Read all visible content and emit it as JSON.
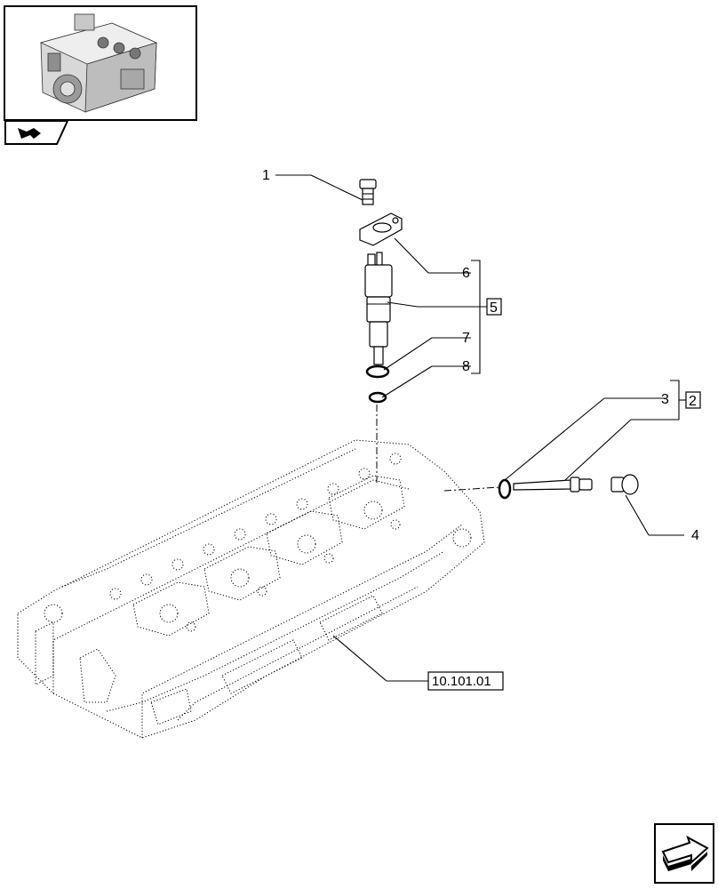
{
  "callouts": {
    "c1": "1",
    "c2": "2",
    "c3": "3",
    "c4": "4",
    "c5": "5",
    "c6": "6",
    "c7": "7",
    "c8": "8"
  },
  "reference": {
    "label": "10.101.01"
  },
  "icons": {
    "thumbnail": "engine-thumbnail-icon",
    "tab": "book-arrow-icon",
    "nav": "next-page-arrow-icon"
  },
  "colors": {
    "line": "#000000",
    "background": "#ffffff"
  }
}
